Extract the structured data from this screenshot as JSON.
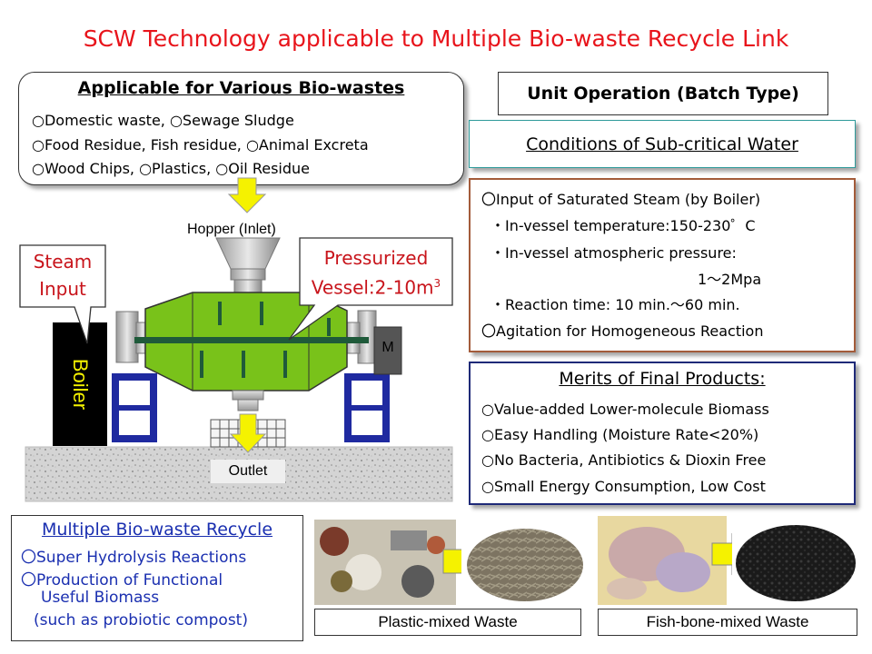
{
  "title": "SCW Technology applicable to Multiple Bio-waste Recycle Link",
  "applicable": {
    "heading": "Applicable for Various Bio-wastes",
    "lines": [
      "○Domestic waste, ○Sewage Sludge",
      "○Food Residue, Fish residue, ○Animal Excreta",
      "○Wood Chips, ○Plastics, ○Oil Residue"
    ]
  },
  "diagram": {
    "hopper_label": "Hopper (Inlet)",
    "steam_callout": [
      "Steam",
      "Input"
    ],
    "vessel_callout_line1": "Pressurized",
    "vessel_callout_line2": "Vessel:2-10m",
    "vessel_callout_sup": "3",
    "boiler_label": "Boiler",
    "motor_label": "M",
    "outlet_label": "Outlet"
  },
  "unit_operation": "Unit Operation (Batch Type)",
  "conditions_heading": "Conditions of Sub-critical Water",
  "conditions": [
    "〇Input of Saturated Steam (by Boiler)",
    "・In-vessel temperature:150-230゜C",
    "・In-vessel atmospheric pressure:",
    "1〜2Mpa",
    "・Reaction time: 10 min.〜60 min.",
    "〇Agitation for Homogeneous Reaction"
  ],
  "merits": {
    "heading": "Merits of Final Products:",
    "items": [
      "○Value-added Lower-molecule Biomass",
      "○Easy Handling (Moisture Rate<20%)",
      "○No Bacteria, Antibiotics & Dioxin Free",
      "○Small Energy Consumption, Low Cost"
    ]
  },
  "recycle": {
    "heading": "Multiple Bio-waste Recycle",
    "lines": [
      "〇Super Hydrolysis Reactions",
      "〇Production of Functional",
      "Useful Biomass",
      "(such as probiotic compost)"
    ]
  },
  "captions": {
    "plastic": "Plastic-mixed Waste",
    "fish": "Fish-bone-mixed Waste"
  },
  "colors": {
    "title": "#e8141b",
    "vessel_green": "#79c21a",
    "arrow_yellow": "#f5f200",
    "stand_blue": "#1f2aa0",
    "callout_red": "#c8141b"
  }
}
